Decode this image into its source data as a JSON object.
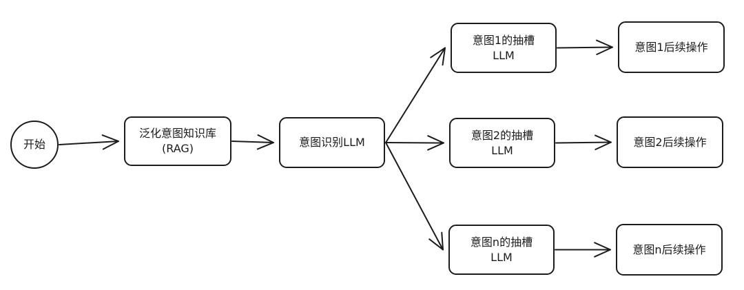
{
  "diagram": {
    "nodes": {
      "start": {
        "lines": [
          "开始"
        ]
      },
      "rag": {
        "lines": [
          "泛化意图知识库",
          "(RAG)"
        ]
      },
      "intent": {
        "lines": [
          "意图识别LLM"
        ]
      },
      "slot1": {
        "lines": [
          "意图1的抽槽",
          "LLM"
        ]
      },
      "slot2": {
        "lines": [
          "意图2的抽槽",
          "LLM"
        ]
      },
      "slotn": {
        "lines": [
          "意图n的抽槽",
          "LLM"
        ]
      },
      "op1": {
        "lines": [
          "意图1后续操作"
        ]
      },
      "op2": {
        "lines": [
          "意图2后续操作"
        ]
      },
      "opn": {
        "lines": [
          "意图n后续操作"
        ]
      }
    },
    "edges": [
      {
        "from": "start",
        "to": "rag"
      },
      {
        "from": "rag",
        "to": "intent"
      },
      {
        "from": "intent",
        "to": "slot1"
      },
      {
        "from": "intent",
        "to": "slot2"
      },
      {
        "from": "intent",
        "to": "slotn"
      },
      {
        "from": "slot1",
        "to": "op1"
      },
      {
        "from": "slot2",
        "to": "op2"
      },
      {
        "from": "slotn",
        "to": "opn"
      }
    ]
  }
}
